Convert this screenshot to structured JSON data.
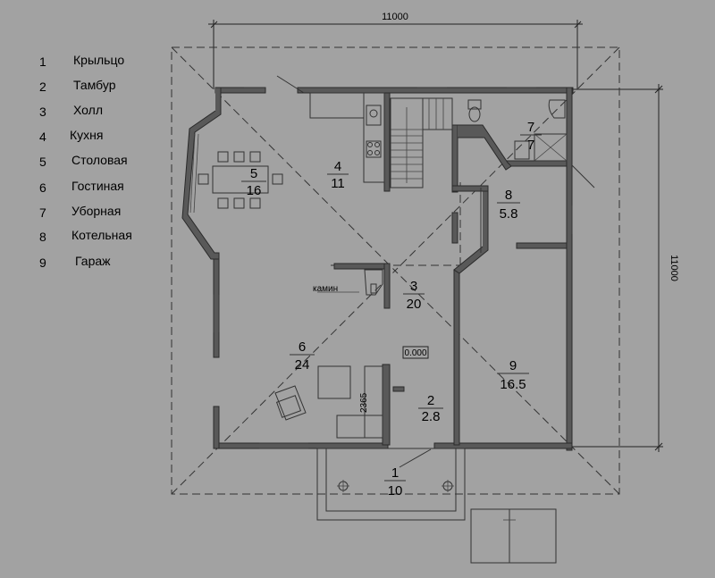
{
  "legend": [
    {
      "num": "1",
      "label": "Крыльцо"
    },
    {
      "num": "2",
      "label": "Тамбур"
    },
    {
      "num": "3",
      "label": "Холл"
    },
    {
      "num": "4",
      "label": "Кухня"
    },
    {
      "num": "5",
      "label": "Столовая"
    },
    {
      "num": "6",
      "label": "Гостиная"
    },
    {
      "num": "7",
      "label": "Уборная"
    },
    {
      "num": "8",
      "label": "Котельная"
    },
    {
      "num": "9",
      "label": "Гараж"
    }
  ],
  "rooms": [
    {
      "id": "1",
      "num": "1",
      "area": "10"
    },
    {
      "id": "2",
      "num": "2",
      "area": "2.8"
    },
    {
      "id": "3",
      "num": "3",
      "area": "20"
    },
    {
      "id": "4",
      "num": "4",
      "area": "11"
    },
    {
      "id": "5",
      "num": "5",
      "area": "16"
    },
    {
      "id": "6",
      "num": "6",
      "area": "24"
    },
    {
      "id": "7",
      "num": "7",
      "area": "7"
    },
    {
      "id": "8",
      "num": "8",
      "area": "5.8"
    },
    {
      "id": "9",
      "num": "9",
      "area": "16.5"
    }
  ],
  "dimensions": {
    "top": "11000",
    "right": "11000",
    "stair_height": "2365"
  },
  "labels": {
    "fireplace": "камин",
    "elevation": "0.000"
  }
}
